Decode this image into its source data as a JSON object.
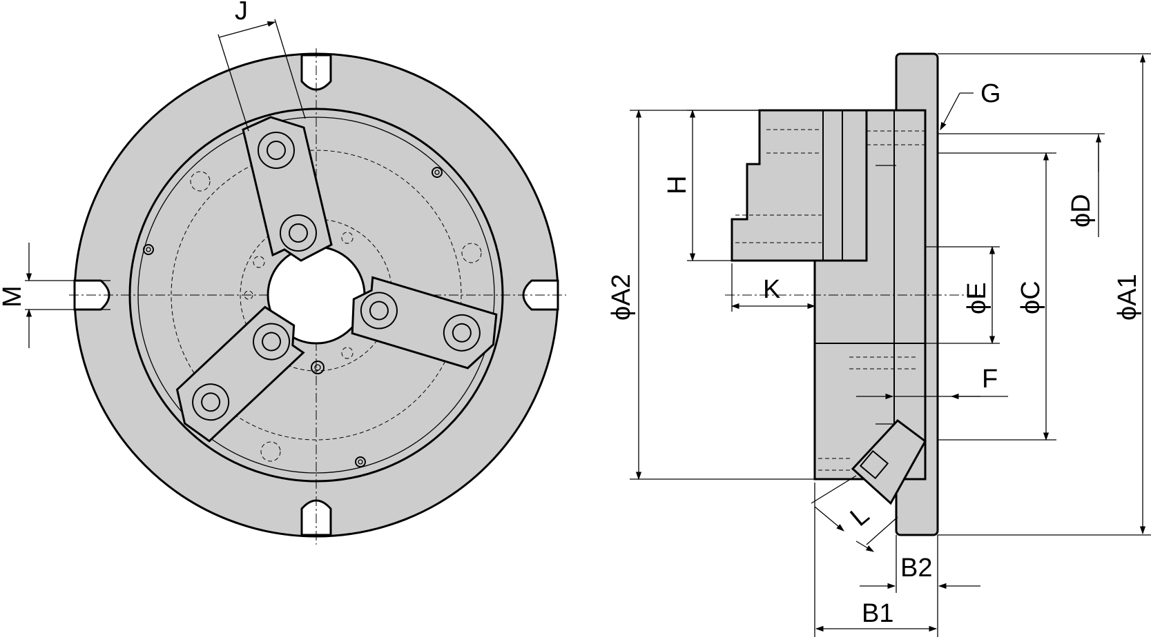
{
  "dimension_labels": {
    "J": "J",
    "M": "M",
    "H": "H",
    "K": "K",
    "A2": "ϕA2",
    "G": "G",
    "D": "ϕD",
    "E": "ϕE",
    "C": "ϕC",
    "A1": "ϕA1",
    "F": "F",
    "L": "L",
    "B2": "B2",
    "B1": "B1"
  }
}
